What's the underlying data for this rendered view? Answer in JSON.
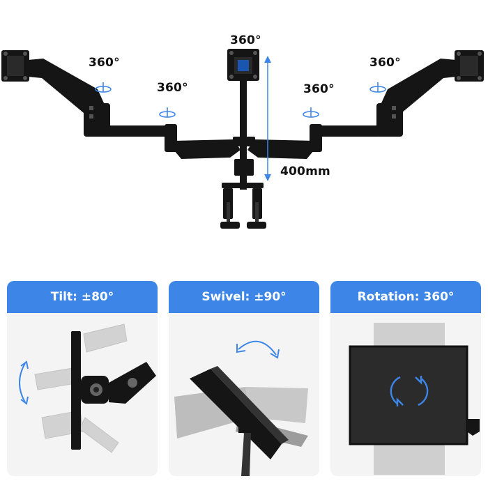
{
  "hero": {
    "rotation_labels": [
      "360°",
      "360°",
      "360°",
      "360°",
      "360°"
    ],
    "height_label": "400mm"
  },
  "cards": [
    {
      "title": "Tilt: ±80°"
    },
    {
      "title": "Swivel: ±90°"
    },
    {
      "title": "Rotation: 360°"
    }
  ],
  "colors": {
    "accent_blue": "#3d86e8",
    "arm_black": "#151515",
    "card_bg": "#f4f4f4",
    "ghost_gray": "#bdbdbd"
  }
}
